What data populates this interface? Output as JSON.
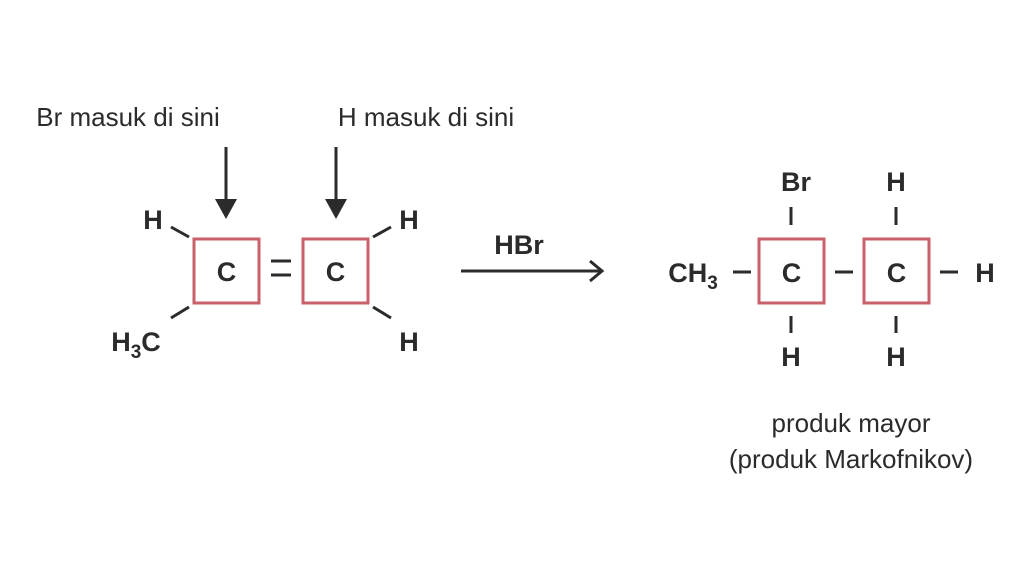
{
  "annotations": {
    "br_enters": "Br masuk di sini",
    "h_enters": "H masuk di sini"
  },
  "reactant": {
    "carbon_left": "C",
    "carbon_right": "C",
    "h_top_left": "H",
    "h_top_right": "H",
    "h_bottom_right": "H",
    "methyl": {
      "main": "H",
      "sub": "3",
      "tail": "C"
    }
  },
  "reagent": "HBr",
  "product": {
    "methyl": {
      "main": "CH",
      "sub": "3"
    },
    "carbon_left": "C",
    "carbon_right": "C",
    "br_top": "Br",
    "h_top": "H",
    "h_right": "H",
    "h_bottom_left": "H",
    "h_bottom_right": "H",
    "caption_line1": "produk mayor",
    "caption_line2": "(produk Markofnikov)"
  },
  "colors": {
    "carbon_box": "#c9606a",
    "ink": "#2b2b2b"
  }
}
